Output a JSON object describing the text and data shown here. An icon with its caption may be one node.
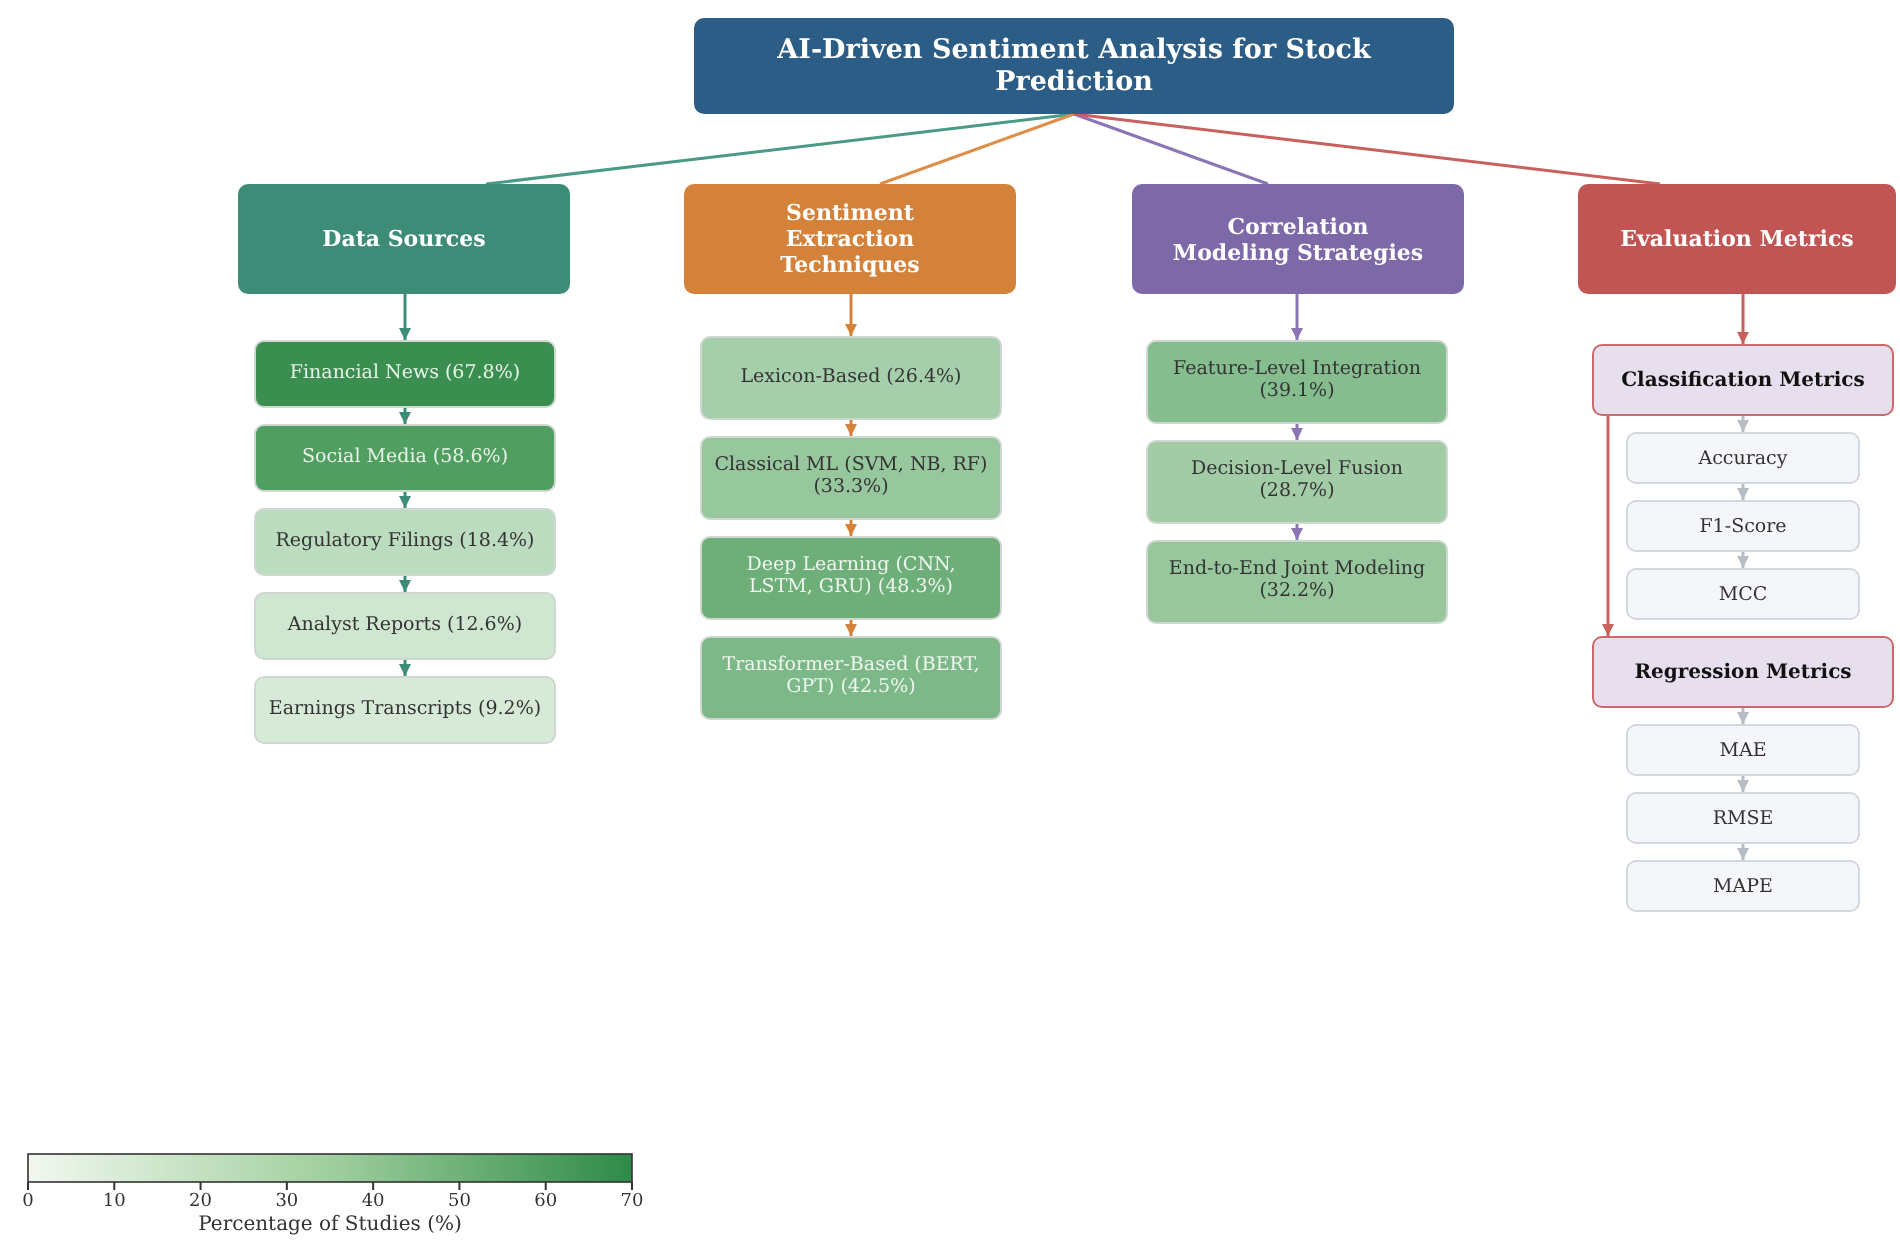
{
  "diagram": {
    "nodes": [
      {
        "text": [
          "AI-Driven Sentiment Analysis for Stock Prediction"
        ]
      },
      {
        "text": [
          "Data Sources"
        ]
      },
      {
        "text": [
          "Sentiment Extraction Techniques"
        ]
      },
      {
        "text": [
          "Correlation Modeling Strategies"
        ]
      },
      {
        "text": [
          "Evaluation Metrics"
        ]
      },
      {
        "text": [
          "Financial News (67.8%)"
        ]
      },
      {
        "text": [
          "Social Media (58.6%)"
        ]
      },
      {
        "text": [
          "Regulatory Filings (18.4%)"
        ]
      },
      {
        "text": [
          "Analyst Reports (12.6%)"
        ]
      },
      {
        "text": [
          "Earnings Transcripts (9.2%)"
        ]
      },
      {
        "text": [
          "Lexicon-Based (26.4%)"
        ]
      },
      {
        "text": [
          "Classical ML (SVM, NB, RF) (33.3%)"
        ]
      },
      {
        "text": [
          "Deep Learning (CNN, LSTM, GRU) (48.3%)"
        ]
      },
      {
        "text": [
          "Transformer-Based (BERT, GPT) (42.5%)"
        ]
      },
      {
        "text": [
          "Feature-Level Integration (39.1%)"
        ]
      },
      {
        "text": [
          "Decision-Level Fusion (28.7%)"
        ]
      },
      {
        "text": [
          "End-to-End Joint Modeling (32.2%)"
        ]
      },
      {
        "text": [
          "Classification Metrics"
        ]
      },
      {
        "text": [
          "Accuracy"
        ]
      },
      {
        "text": [
          "F1-Score"
        ]
      },
      {
        "text": [
          "MCC"
        ]
      },
      {
        "text": [
          "Regression Metrics"
        ]
      },
      {
        "text": [
          "MAE"
        ]
      },
      {
        "text": [
          "RMSE"
        ]
      },
      {
        "text": [
          "MAPE"
        ]
      }
    ],
    "edges": [
      {
        "from": 0,
        "to": 1,
        "arrow": "none",
        "color": "#4a9a85"
      },
      {
        "from": 0,
        "to": 2,
        "arrow": "none",
        "color": "#de8e48"
      },
      {
        "from": 0,
        "to": 3,
        "arrow": "none",
        "color": "#8a76b4"
      },
      {
        "from": 0,
        "to": 4,
        "arrow": "none",
        "color": "#c9605d"
      },
      {
        "from": 1,
        "to": 5,
        "arrow": "to",
        "color": "#3d8c78"
      },
      {
        "from": 5,
        "to": 6,
        "arrow": "to",
        "color": "#3d8c78"
      },
      {
        "from": 6,
        "to": 7,
        "arrow": "to",
        "color": "#3d8c78"
      },
      {
        "from": 7,
        "to": 8,
        "arrow": "to",
        "color": "#3d8c78"
      },
      {
        "from": 8,
        "to": 9,
        "arrow": "to",
        "color": "#3d8c78"
      },
      {
        "from": 2,
        "to": 10,
        "arrow": "to",
        "color": "#d4823a"
      },
      {
        "from": 10,
        "to": 11,
        "arrow": "to",
        "color": "#d4823a"
      },
      {
        "from": 11,
        "to": 12,
        "arrow": "to",
        "color": "#d4823a"
      },
      {
        "from": 12,
        "to": 13,
        "arrow": "to",
        "color": "#d4823a"
      },
      {
        "from": 3,
        "to": 14,
        "arrow": "to",
        "color": "#8a76b4"
      },
      {
        "from": 14,
        "to": 15,
        "arrow": "to",
        "color": "#8a76b4"
      },
      {
        "from": 15,
        "to": 16,
        "arrow": "to",
        "color": "#8a76b4"
      },
      {
        "from": 4,
        "to": 17,
        "arrow": "to",
        "color": "#c9605d"
      },
      {
        "from": 17,
        "to": 18,
        "arrow": "to",
        "color": "#b8bcc4"
      },
      {
        "from": 18,
        "to": 19,
        "arrow": "to",
        "color": "#b8bcc4"
      },
      {
        "from": 19,
        "to": 20,
        "arrow": "to",
        "color": "#b8bcc4"
      },
      {
        "from": 17,
        "to": 21,
        "arrow": "to",
        "color": "#c9605d"
      },
      {
        "from": 21,
        "to": 22,
        "arrow": "to",
        "color": "#b8bcc4"
      },
      {
        "from": 22,
        "to": 23,
        "arrow": "to",
        "color": "#b8bcc4"
      },
      {
        "from": 23,
        "to": 24,
        "arrow": "to",
        "color": "#b8bcc4"
      }
    ],
    "labels": [
      "0",
      "10",
      "20",
      "30",
      "40",
      "50",
      "60",
      "70",
      "Percentage of Studies (%)"
    ]
  }
}
